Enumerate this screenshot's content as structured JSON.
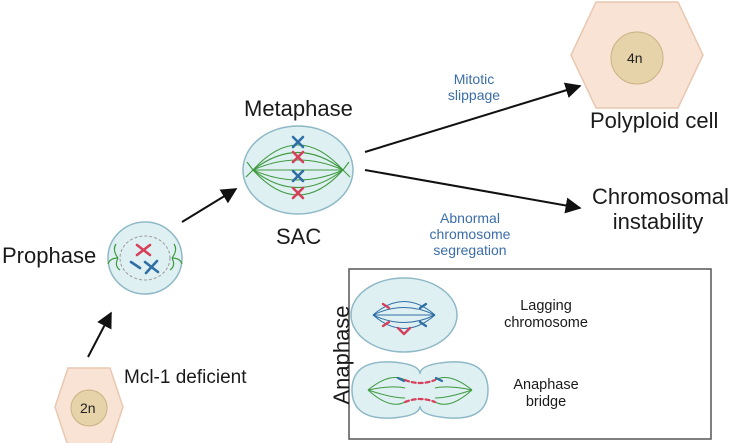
{
  "labels": {
    "prophase": "Prophase",
    "metaphase": "Metaphase",
    "sac": "SAC",
    "mcl1": "Mcl-1 deficient",
    "polyploid": "Polyploid cell",
    "chromosomal_instability_line1": "Chromosomal",
    "chromosomal_instability_line2": "instability",
    "mitotic_slippage_line1": "Mitotic",
    "mitotic_slippage_line2": "slippage",
    "abnormal_line1": "Abnormal",
    "abnormal_line2": "chromosome",
    "abnormal_line3": "segregation",
    "anaphase": "Anaphase",
    "lagging_line1": "Lagging",
    "lagging_line2": "chromosome",
    "bridge_line1": "Anaphase",
    "bridge_line2": "bridge",
    "ploidy_2n": "2n",
    "ploidy_4n": "4n"
  },
  "colors": {
    "cell_fill": "#dff0f3",
    "cell_stroke": "#8fb9c6",
    "spindle": "#3f9a3f",
    "chrom_blue": "#2f6fa6",
    "chrom_red": "#d7405a",
    "nucleus": "#e7d3a9",
    "outer_cell": "#f8e3d4",
    "arrow": "#111111",
    "annotation": "#3b6ea8"
  }
}
